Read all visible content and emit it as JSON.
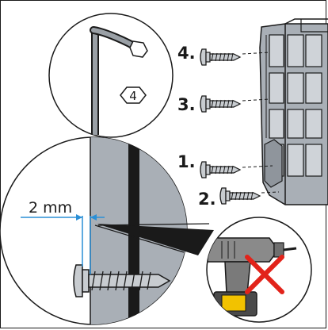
{
  "steps": [
    {
      "label": "4.",
      "name": "screw-step-4"
    },
    {
      "label": "3.",
      "name": "screw-step-3"
    },
    {
      "label": "1.",
      "name": "screw-step-1"
    },
    {
      "label": "2.",
      "name": "screw-step-2"
    }
  ],
  "hex_key_size": "4",
  "gap_dimension": "2 mm",
  "colors": {
    "line": "#1a1a1a",
    "dimension": "#2a8fd6",
    "forbidden": "#e2231a",
    "drill_body": "#8a8a8a",
    "battery": "#f2c200",
    "unit_fill": "#a7adb4"
  },
  "icons": {
    "hex_key": "allen-key-icon",
    "drill": "cordless-drill-icon",
    "forbidden_mark": "red-cross-icon"
  }
}
